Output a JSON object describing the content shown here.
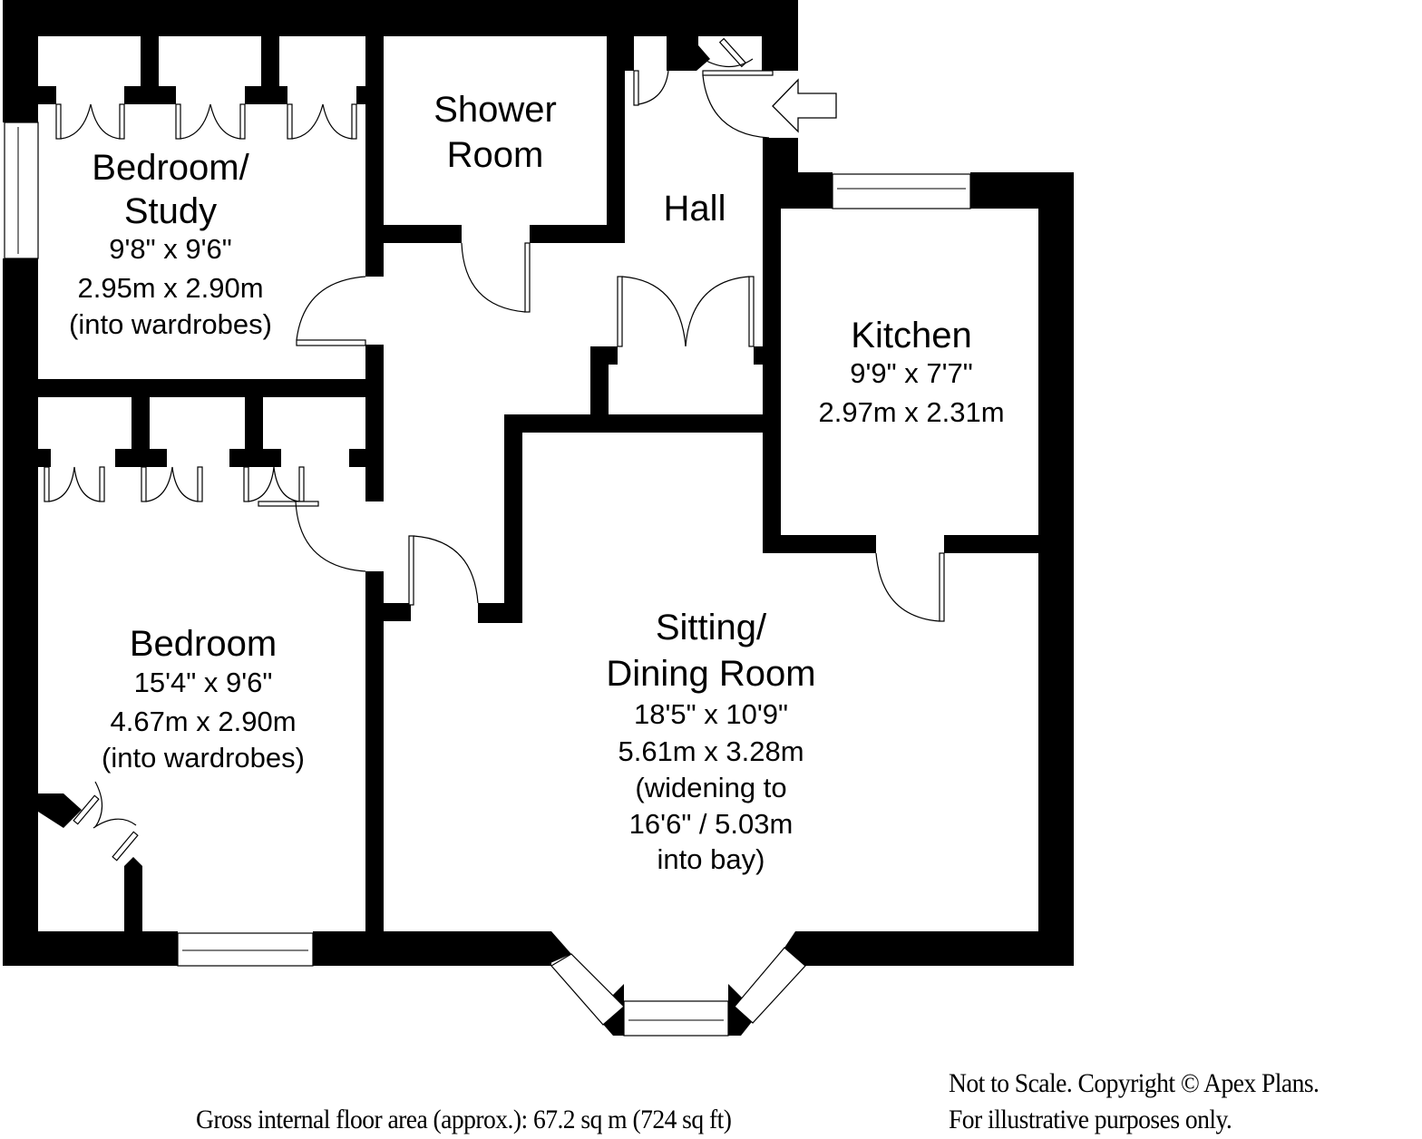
{
  "rooms": {
    "bedroom_study": {
      "name_line1": "Bedroom/",
      "name_line2": "Study",
      "imperial": "9'8\" x 9'6\"",
      "metric": "2.95m x 2.90m",
      "note": "(into wardrobes)"
    },
    "shower_room": {
      "name_line1": "Shower",
      "name_line2": "Room"
    },
    "hall": {
      "name": "Hall"
    },
    "kitchen": {
      "name": "Kitchen",
      "imperial": "9'9\" x 7'7\"",
      "metric": "2.97m x 2.31m"
    },
    "bedroom": {
      "name": "Bedroom",
      "imperial": "15'4\" x 9'6\"",
      "metric": "4.67m x 2.90m",
      "note": "(into wardrobes)"
    },
    "sitting_dining": {
      "name_line1": "Sitting/",
      "name_line2": "Dining Room",
      "imperial": "18'5\" x 10'9\"",
      "metric": "5.61m x 3.28m",
      "note_line1": "(widening to",
      "note_line2": "16'6\" / 5.03m",
      "note_line3": "into bay)"
    }
  },
  "entrance_marker": {
    "icon": "arrow-left-icon"
  },
  "footer": {
    "gross_area": "Gross internal floor area (approx.): 67.2 sq m (724 sq ft)",
    "disclaimer_line1": "Not to Scale. Copyright © Apex Plans.",
    "disclaimer_line2": "For illustrative purposes only."
  }
}
